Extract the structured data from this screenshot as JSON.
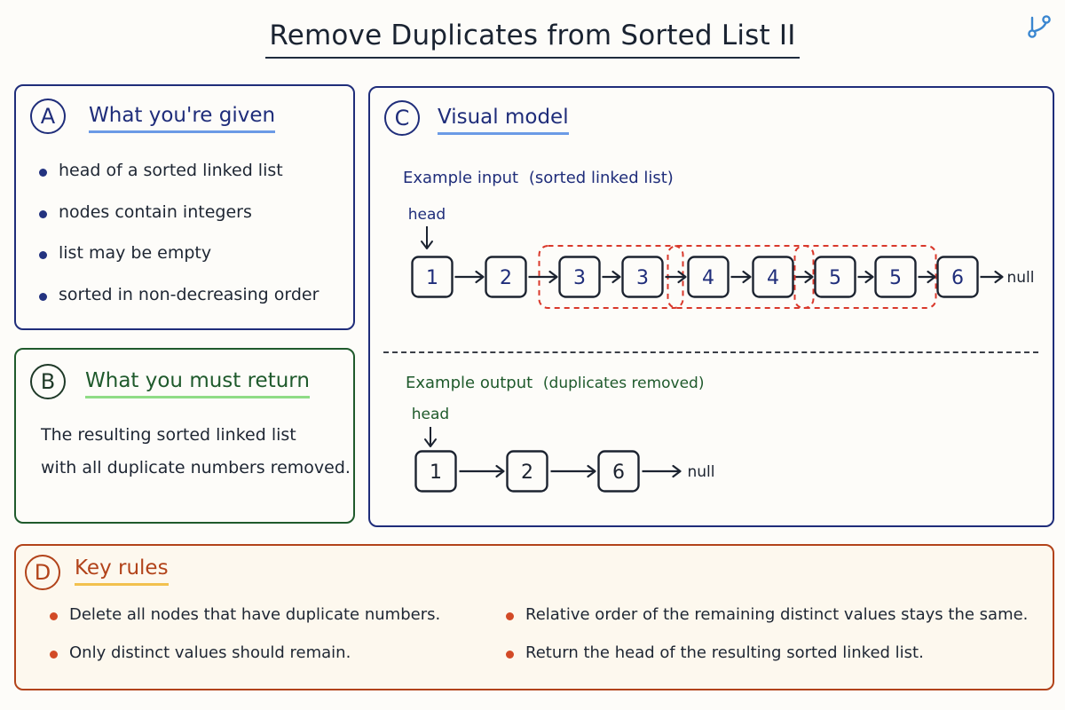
{
  "title": "Remove Duplicates from Sorted List II",
  "colors": {
    "navy": "#1f2d7a",
    "green": "#1f5a2c",
    "orange": "#b2431a",
    "accent_blue_underline": "#6b9be6",
    "accent_green_underline": "#8fdc86",
    "accent_yellow_underline": "#f2c14e",
    "dup_highlight": "#d9382b"
  },
  "panel_a": {
    "letter": "A",
    "heading": "What you're given",
    "bullets": [
      "head of a sorted linked list",
      "nodes contain integers",
      "list may be empty",
      "sorted in non-decreasing order"
    ]
  },
  "panel_b": {
    "letter": "B",
    "heading": "What you must return",
    "lines": [
      "The resulting sorted linked list",
      "with all duplicate numbers removed."
    ]
  },
  "panel_c": {
    "letter": "C",
    "heading": "Visual model",
    "input": {
      "label": "Example input",
      "label_note": "(sorted linked list)",
      "head_label": "head",
      "nodes": [
        "1",
        "2",
        "3",
        "3",
        "4",
        "4",
        "5",
        "5",
        "6"
      ],
      "duplicate_groups": [
        [
          2,
          3
        ],
        [
          4,
          5
        ],
        [
          6,
          7
        ]
      ],
      "null_label": "null"
    },
    "output": {
      "label": "Example output",
      "label_note": "(duplicates removed)",
      "head_label": "head",
      "nodes": [
        "1",
        "2",
        "6"
      ],
      "null_label": "null"
    }
  },
  "panel_d": {
    "letter": "D",
    "heading": "Key rules",
    "rules_left": [
      "Delete all nodes that have duplicate numbers.",
      "Only distinct values should remain."
    ],
    "rules_right": [
      "Relative order of the remaining distinct values stays the same.",
      "Return the head of the resulting sorted linked list."
    ]
  },
  "corner_icon": "branch-icon"
}
